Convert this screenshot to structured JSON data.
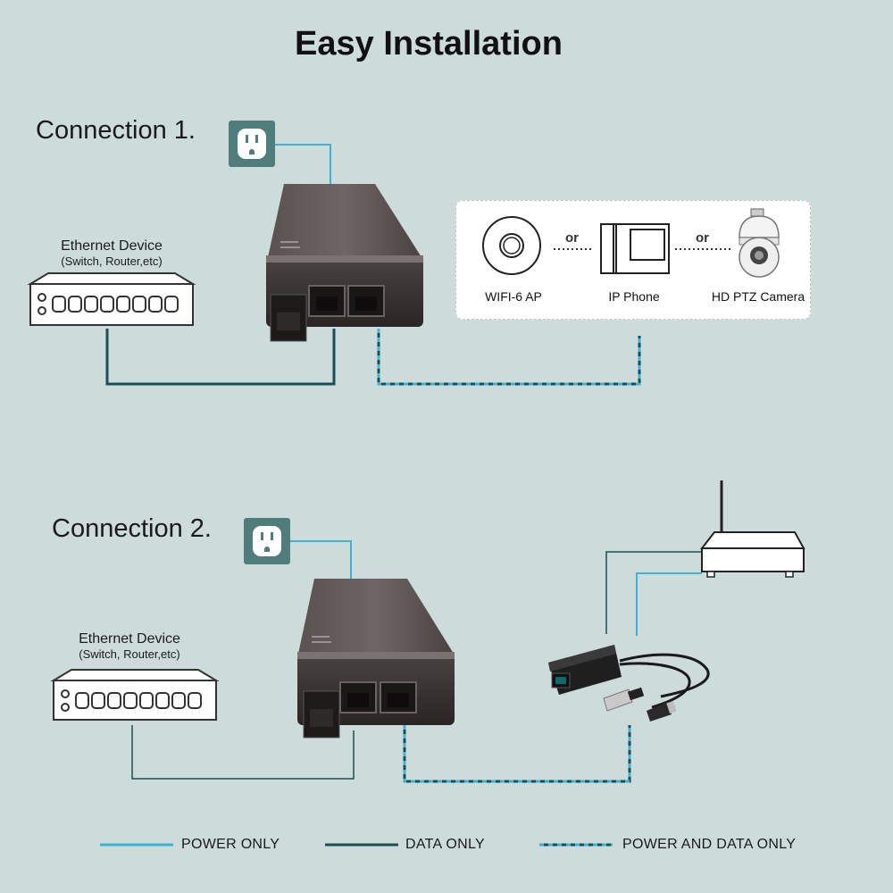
{
  "title": "Easy Installation",
  "connection1": {
    "label": "Connection 1.",
    "ethernet_device": {
      "name": "Ethernet Device",
      "note": "(Switch, Router,etc)"
    },
    "devices": [
      {
        "name": "WIFI-6 AP"
      },
      {
        "name": "IP Phone"
      },
      {
        "name": "HD PTZ Camera"
      }
    ],
    "or_text": "or"
  },
  "connection2": {
    "label": "Connection 2.",
    "ethernet_device": {
      "name": "Ethernet Device",
      "note": "(Switch, Router,etc)"
    }
  },
  "legend": {
    "power_only": "POWER ONLY",
    "data_only": "DATA ONLY",
    "power_and_data": "POWER AND DATA ONLY"
  },
  "colors": {
    "background": "#cddcdb",
    "power_line": "#3bb3d6",
    "data_line": "#1c4e55",
    "outlet": "#4e7d7b",
    "injector_body": "#3a3433"
  },
  "icons": [
    "power-outlet-icon",
    "network-switch-icon",
    "poe-injector-icon",
    "wifi-ap-icon",
    "ip-phone-icon",
    "ptz-camera-icon",
    "wifi-router-icon",
    "poe-splitter-icon"
  ]
}
